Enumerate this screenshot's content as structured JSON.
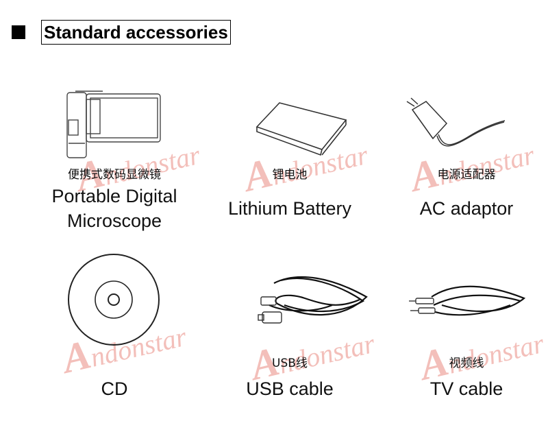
{
  "header": {
    "title": "Standard accessories"
  },
  "watermark": {
    "text": "Andonstar",
    "first": "A",
    "rest": "ndonstar"
  },
  "items": [
    {
      "cn": "便携式数码显微镜",
      "en": "Portable Digital Microscope"
    },
    {
      "cn": "锂电池",
      "en": "Lithium Battery"
    },
    {
      "cn": "电源适配器",
      "en": "AC adaptor"
    },
    {
      "cn": "",
      "en": "CD"
    },
    {
      "cn": "USB线",
      "en": "USB cable"
    },
    {
      "cn": "视频线",
      "en": "TV cable"
    }
  ],
  "colors": {
    "watermark": "#d8301f"
  }
}
